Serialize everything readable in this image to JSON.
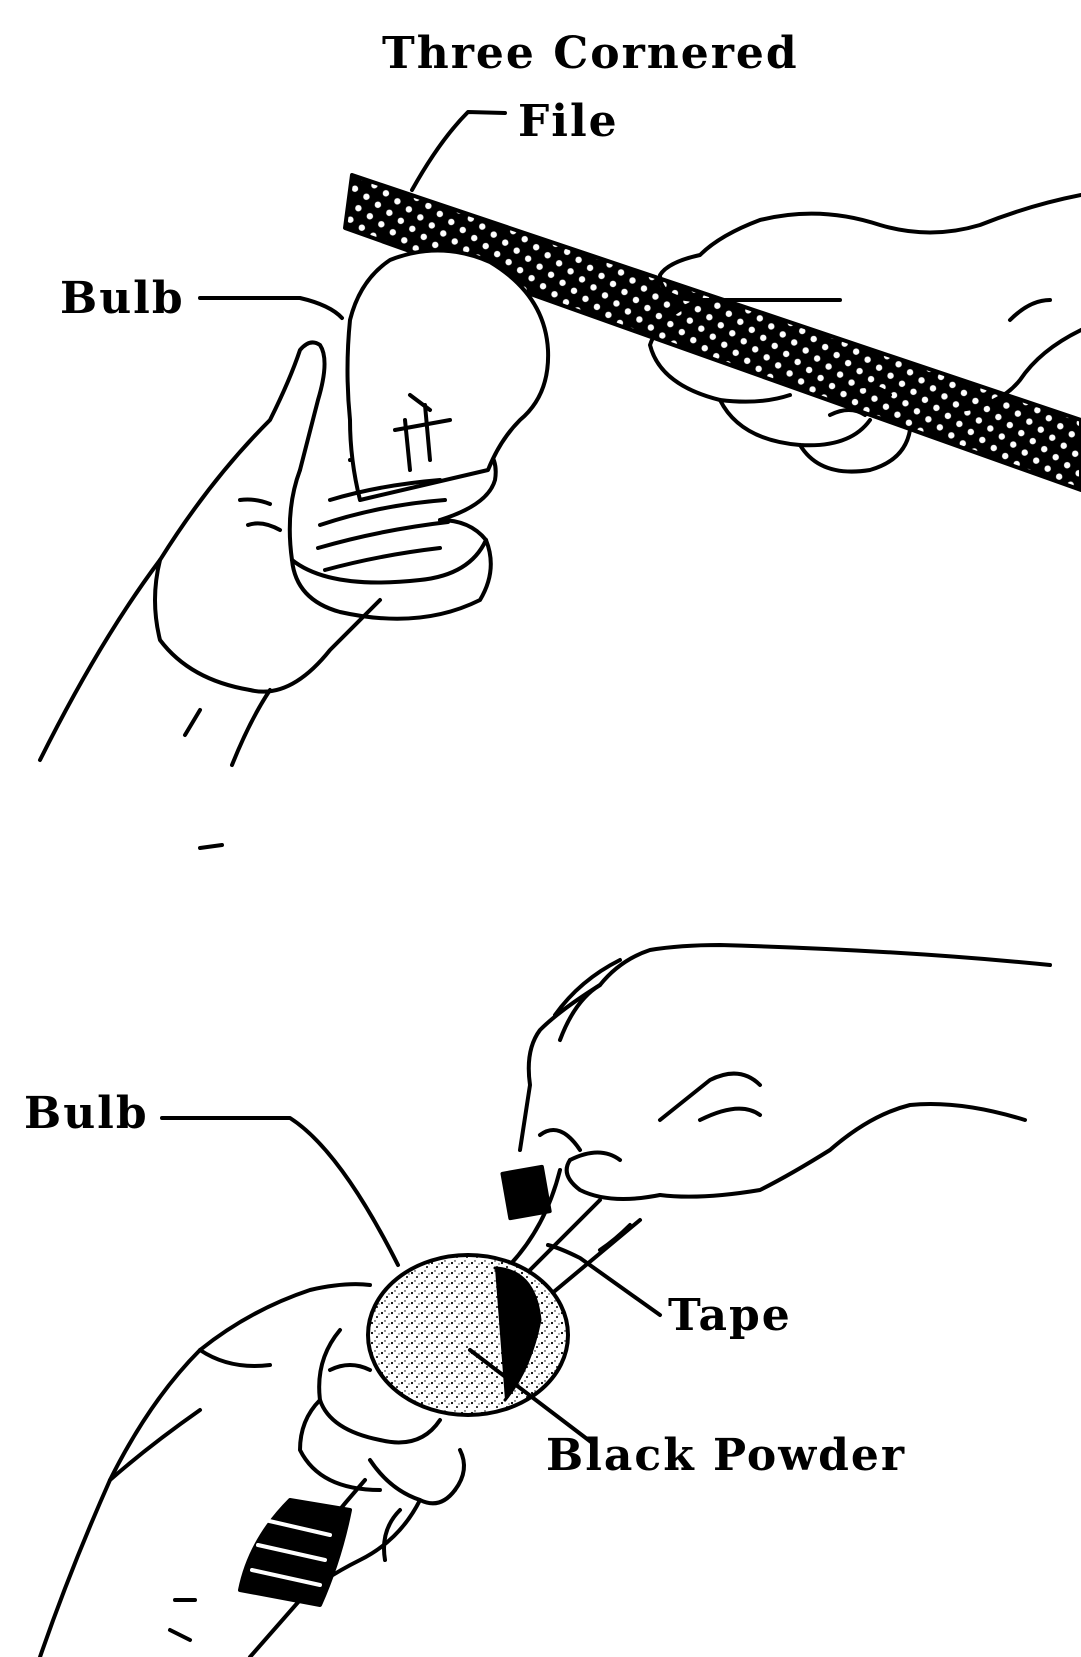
{
  "diagram": {
    "top_panel": {
      "label_file_line1": "Three Cornered",
      "label_file_line2": "File",
      "label_bulb": "Bulb"
    },
    "bottom_panel": {
      "label_bulb": "Bulb",
      "label_tape": "Tape",
      "label_powder": "Black Powder"
    }
  },
  "colors": {
    "ink": "#000000",
    "paper": "#ffffff"
  }
}
